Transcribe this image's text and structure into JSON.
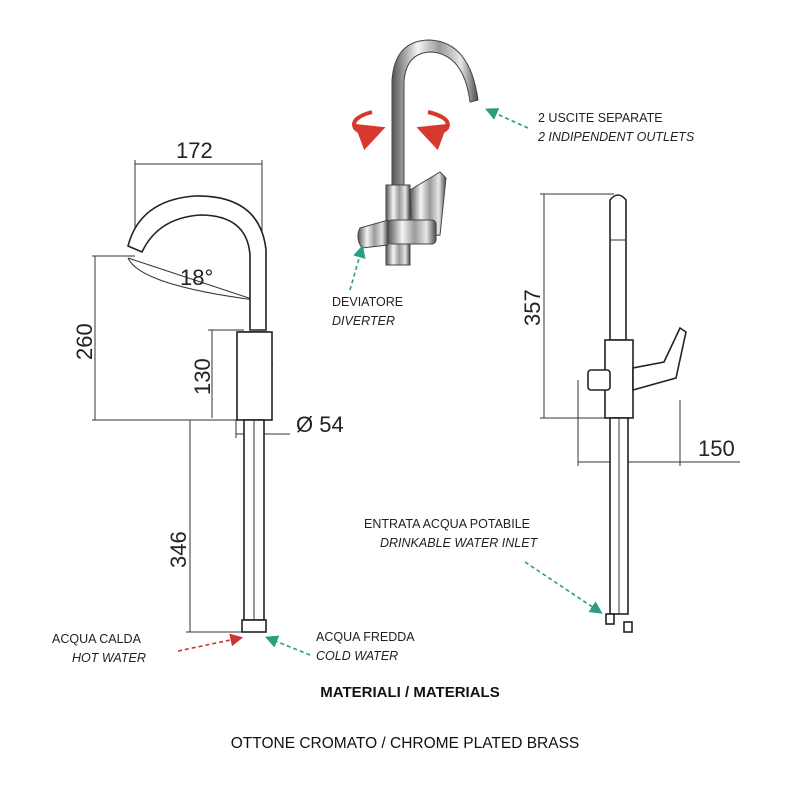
{
  "dimensions": {
    "spout_reach": "172",
    "spout_angle": "18°",
    "spout_height": "260",
    "handle_height": "130",
    "base_diameter": "Ø 54",
    "supply_length": "346",
    "total_height": "357",
    "side_depth": "150"
  },
  "labels": {
    "outlets_it": "2  USCITE  SEPARATE",
    "outlets_en": "2 INDIPENDENT OUTLETS",
    "diverter_it": "DEVIATORE",
    "diverter_en": "DIVERTER",
    "inlet_it": "ENTRATA ACQUA POTABILE",
    "inlet_en": "DRINKABLE WATER INLET",
    "hot_it": "ACQUA CALDA",
    "hot_en": "HOT WATER",
    "cold_it": "ACQUA FREDDA",
    "cold_en": "COLD WATER"
  },
  "materials": {
    "heading": "MATERIALI / MATERIALS",
    "value": "OTTONE CROMATO / CHROME PLATED BRASS"
  },
  "colors": {
    "arrow_green": "#2a9d84",
    "arrow_red": "#cc3333",
    "rotate_red": "#d63a2e",
    "chrome_dark": "#555555",
    "chrome_light": "#e6e6e6"
  }
}
